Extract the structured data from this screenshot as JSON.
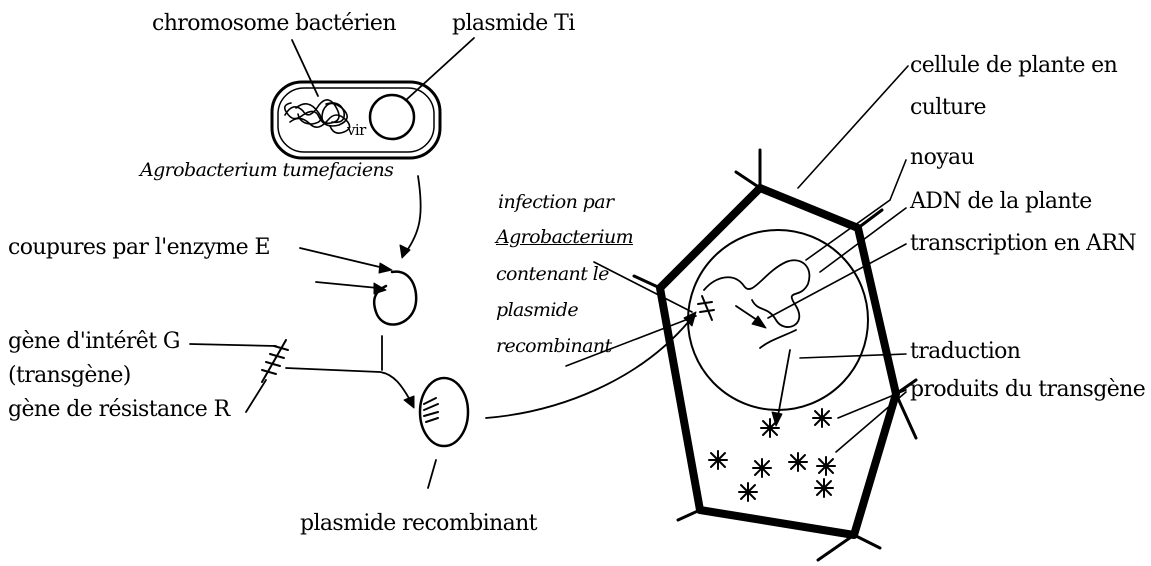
{
  "labels": {
    "chromosome": "chromosome bactérien",
    "plasmid_ti": "plasmide Ti",
    "vir": "vir",
    "agrobacterium": "Agrobacterium tumefaciens",
    "cuts": "coupures par l'enzyme E",
    "gene_g": "gène d'intérêt G",
    "transgene": "(transgène)",
    "gene_r": "gène de résistance R",
    "recombinant": "plasmide recombinant",
    "infection_1": "infection par",
    "infection_2": "Agrobacterium",
    "infection_3": "contenant le",
    "infection_4": "plasmide",
    "infection_5": "recombinant",
    "cell_1": "cellule de plante en",
    "cell_2": "culture",
    "noyau": "noyau",
    "adn": "ADN de la plante",
    "transcription": "transcription en ARN",
    "traduction": "traduction",
    "produits": "produits du transgène"
  }
}
